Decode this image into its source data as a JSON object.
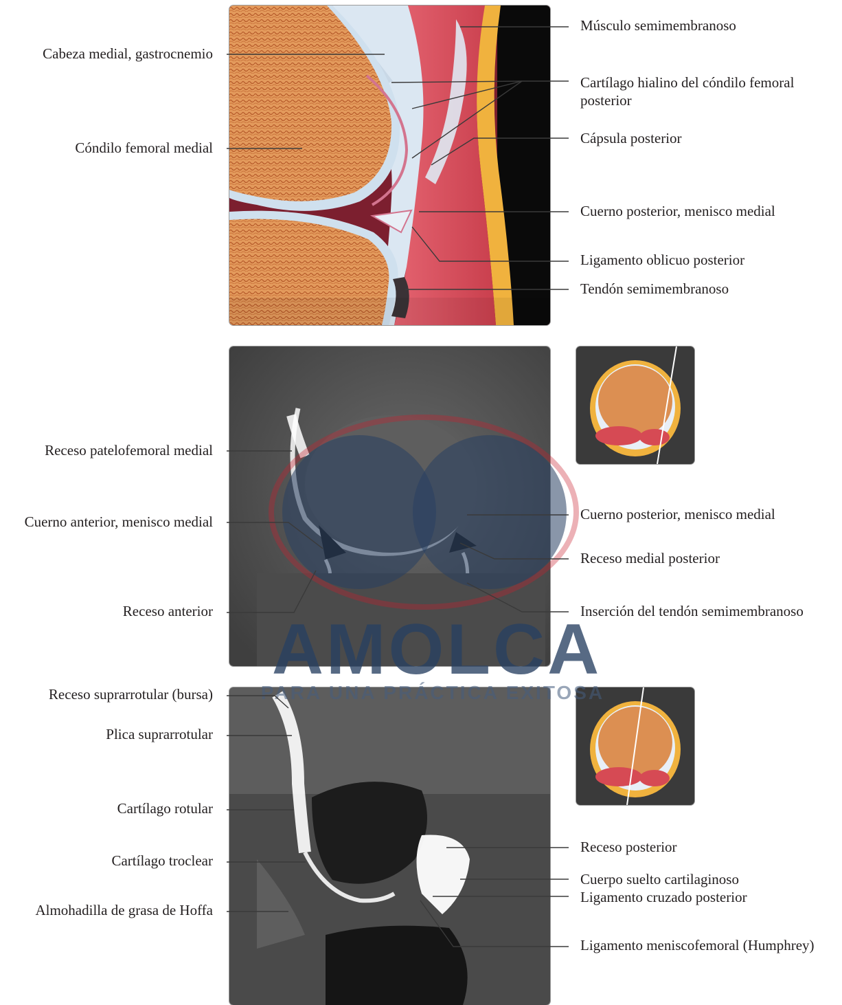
{
  "anatomy_panel": {
    "labels_right": [
      "Músculo semimembranoso",
      "Cartílago hialino del cóndilo femoral posterior",
      "Cápsula posterior",
      "Cuerno posterior, menisco medial",
      "Ligamento oblicuo posterior",
      "Tendón semimembranoso"
    ],
    "labels_left": [
      "Cabeza medial, gastrocnemio",
      "Cóndilo femoral medial"
    ]
  },
  "mri_panel_1": {
    "labels_left": [
      "Receso patelofemoral medial",
      "Cuerno anterior, menisco medial",
      "Receso anterior"
    ],
    "labels_right": [
      "Cuerno posterior, menisco medial",
      "Receso medial posterior",
      "Inserción del tendón semimembranoso"
    ]
  },
  "mri_panel_2": {
    "labels_left": [
      "Receso suprarrotular (bursa)",
      "Plica suprarrotular",
      "Cartílago rotular",
      "Cartílago troclear",
      "Almohadilla de grasa de Hoffa"
    ],
    "labels_right": [
      "Receso posterior",
      "Cuerpo suelto cartilaginoso",
      "Ligamento cruzado posterior",
      "Ligamento meniscofemoral (Humphrey)"
    ]
  },
  "watermark": {
    "brand": "AMOLCA",
    "tagline": "PARA UNA PRÁCTICA EXITOSA"
  },
  "colors": {
    "bone_orange": "#dc8f52",
    "muscle_red": "#d64a54",
    "fat_yellow": "#f0b23e",
    "cartilage_blue": "#d9e6f1",
    "background_black": "#0a0a0a",
    "leader_line": "#3a3a3a",
    "watermark_navy": "#284062",
    "watermark_red": "#c8202e"
  }
}
